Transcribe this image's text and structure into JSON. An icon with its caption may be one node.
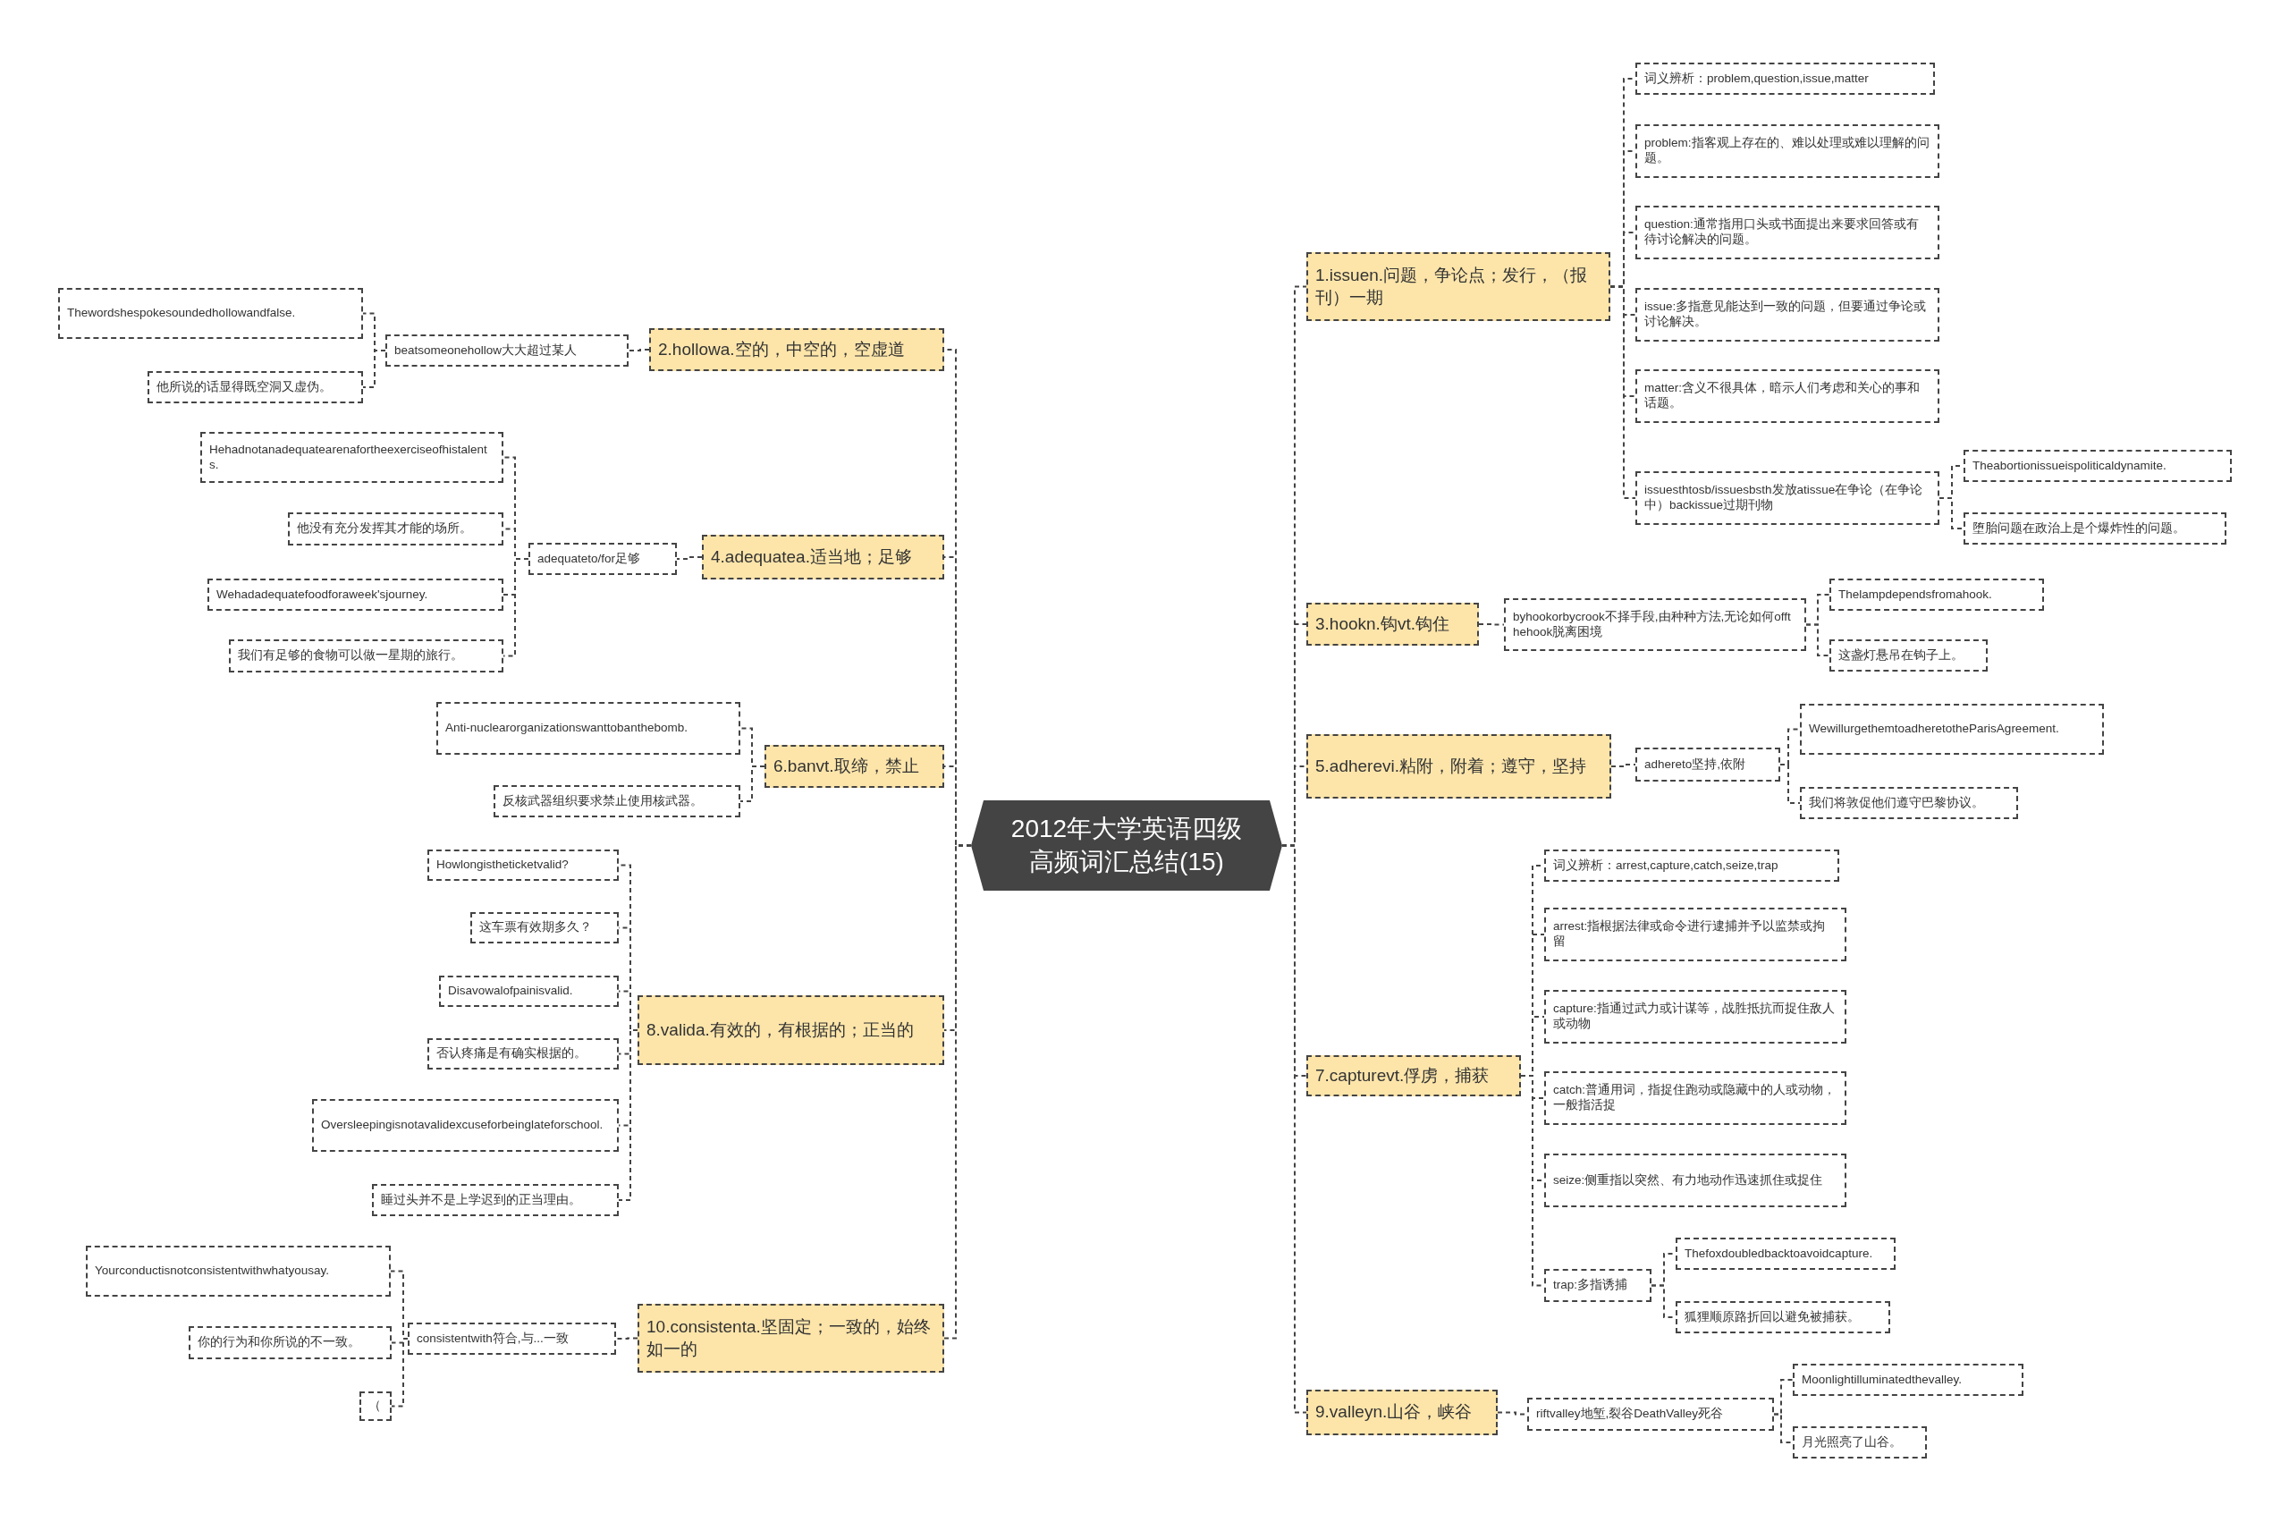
{
  "diagram": {
    "nodes": [
      {
        "text": [
          "2012年大学英语四级高频词汇总结(15)"
        ]
      },
      {
        "text": [
          "1.issuen.问题，争论点；发行，（报刊）一期"
        ]
      },
      {
        "text": [
          "词义辨析：problem,question,issue,matter"
        ]
      },
      {
        "text": [
          "problem:指客观上存在的、难以处理或难以理解的问题。"
        ]
      },
      {
        "text": [
          "question:通常指用口头或书面提出来要求回答或有待讨论解决的问题。"
        ]
      },
      {
        "text": [
          "issue:多指意见能达到一致的问题，但要通过争论或讨论解决。"
        ]
      },
      {
        "text": [
          "matter:含义不很具体，暗示人们考虑和关心的事和话题。"
        ]
      },
      {
        "text": [
          "issuesthtosb/issuesbsth发放atissue在争论（在争论中）backissue过期刊物"
        ]
      },
      {
        "text": [
          "Theabortionissueispoliticaldynamite."
        ]
      },
      {
        "text": [
          "堕胎问题在政治上是个爆炸性的问题。"
        ]
      },
      {
        "text": [
          "3.hookn.钩vt.钩住"
        ]
      },
      {
        "text": [
          "byhookorbycrook不择手段,由种种方法,无论如何offthehook脱离困境"
        ]
      },
      {
        "text": [
          "Thelampdependsfromahook."
        ]
      },
      {
        "text": [
          "这盏灯悬吊在钩子上。"
        ]
      },
      {
        "text": [
          "5.adherevi.粘附，附着；遵守，坚持"
        ]
      },
      {
        "text": [
          "adhereto坚持,依附"
        ]
      },
      {
        "text": [
          "WewillurgethemtoadheretotheParisAgreement."
        ]
      },
      {
        "text": [
          "我们将敦促他们遵守巴黎协议。"
        ]
      },
      {
        "text": [
          "7.capturevt.俘虏，捕获"
        ]
      },
      {
        "text": [
          "词义辨析：arrest,capture,catch,seize,trap"
        ]
      },
      {
        "text": [
          "arrest:指根据法律或命令进行逮捕并予以监禁或拘留"
        ]
      },
      {
        "text": [
          "capture:指通过武力或计谋等，战胜抵抗而捉住敌人或动物"
        ]
      },
      {
        "text": [
          "catch:普通用词，指捉住跑动或隐藏中的人或动物，一般指活捉"
        ]
      },
      {
        "text": [
          "seize:侧重指以突然、有力地动作迅速抓住或捉住"
        ]
      },
      {
        "text": [
          "trap:多指诱捕"
        ]
      },
      {
        "text": [
          "Thefoxdoubledbacktoavoidcapture."
        ]
      },
      {
        "text": [
          "狐狸顺原路折回以避免被捕获。"
        ]
      },
      {
        "text": [
          "9.valleyn.山谷，峡谷"
        ]
      },
      {
        "text": [
          "riftvalley地堑,裂谷DeathValley死谷"
        ]
      },
      {
        "text": [
          "Moonlightilluminatedthevalley."
        ]
      },
      {
        "text": [
          "月光照亮了山谷。"
        ]
      },
      {
        "text": [
          "2.hollowa.空的，中空的，空虚道"
        ]
      },
      {
        "text": [
          "beatsomeonehollow大大超过某人"
        ]
      },
      {
        "text": [
          "Thewordshespokesoundedhollowandfalse."
        ]
      },
      {
        "text": [
          "他所说的话显得既空洞又虚伪。"
        ]
      },
      {
        "text": [
          "4.adequatea.适当地；足够"
        ]
      },
      {
        "text": [
          "adequateto/for足够"
        ]
      },
      {
        "text": [
          "Hehadnotanadequatearenafortheexerciseofhistalents."
        ]
      },
      {
        "text": [
          "他没有充分发挥其才能的场所。"
        ]
      },
      {
        "text": [
          "Wehadadequatefoodforaweek'sjourney."
        ]
      },
      {
        "text": [
          "我们有足够的食物可以做一星期的旅行。"
        ]
      },
      {
        "text": [
          "6.banvt.取缔，禁止"
        ]
      },
      {
        "text": [
          "Anti-nuclearorganizationswanttobanthebomb."
        ]
      },
      {
        "text": [
          "反核武器组织要求禁止使用核武器。"
        ]
      },
      {
        "text": [
          "8.valida.有效的，有根据的；正当的"
        ]
      },
      {
        "text": [
          "Howlongistheticketvalid?"
        ]
      },
      {
        "text": [
          "这车票有效期多久？"
        ]
      },
      {
        "text": [
          "Disavowalofpainisvalid."
        ]
      },
      {
        "text": [
          "否认疼痛是有确实根据的。"
        ]
      },
      {
        "text": [
          "Oversleepingisnotavalidexcuseforbeinglateforschool."
        ]
      },
      {
        "text": [
          "睡过头并不是上学迟到的正当理由。"
        ]
      },
      {
        "text": [
          "10.consistenta.坚固定；一致的，始终如一的"
        ]
      },
      {
        "text": [
          "consistentwith符合,与...一致"
        ]
      },
      {
        "text": [
          "Yourconductisnotconsistentwithwhatyousay."
        ]
      },
      {
        "text": [
          "你的行为和你所说的不一致。"
        ]
      },
      {
        "text": [
          "（"
        ]
      }
    ],
    "edges": [
      {
        "from": 0,
        "to": 1,
        "arrow": "none"
      },
      {
        "from": 0,
        "to": 10,
        "arrow": "none"
      },
      {
        "from": 0,
        "to": 14,
        "arrow": "none"
      },
      {
        "from": 0,
        "to": 18,
        "arrow": "none"
      },
      {
        "from": 0,
        "to": 27,
        "arrow": "none"
      },
      {
        "from": 0,
        "to": 31,
        "arrow": "none"
      },
      {
        "from": 0,
        "to": 35,
        "arrow": "none"
      },
      {
        "from": 0,
        "to": 41,
        "arrow": "none"
      },
      {
        "from": 0,
        "to": 44,
        "arrow": "none"
      },
      {
        "from": 0,
        "to": 51,
        "arrow": "none"
      },
      {
        "from": 1,
        "to": 2,
        "arrow": "none"
      },
      {
        "from": 1,
        "to": 3,
        "arrow": "none"
      },
      {
        "from": 1,
        "to": 4,
        "arrow": "none"
      },
      {
        "from": 1,
        "to": 5,
        "arrow": "none"
      },
      {
        "from": 1,
        "to": 6,
        "arrow": "none"
      },
      {
        "from": 1,
        "to": 7,
        "arrow": "none"
      },
      {
        "from": 7,
        "to": 8,
        "arrow": "none"
      },
      {
        "from": 7,
        "to": 9,
        "arrow": "none"
      },
      {
        "from": 10,
        "to": 11,
        "arrow": "none"
      },
      {
        "from": 11,
        "to": 12,
        "arrow": "none"
      },
      {
        "from": 11,
        "to": 13,
        "arrow": "none"
      },
      {
        "from": 14,
        "to": 15,
        "arrow": "none"
      },
      {
        "from": 15,
        "to": 16,
        "arrow": "none"
      },
      {
        "from": 15,
        "to": 17,
        "arrow": "none"
      },
      {
        "from": 18,
        "to": 19,
        "arrow": "none"
      },
      {
        "from": 18,
        "to": 20,
        "arrow": "none"
      },
      {
        "from": 18,
        "to": 21,
        "arrow": "none"
      },
      {
        "from": 18,
        "to": 22,
        "arrow": "none"
      },
      {
        "from": 18,
        "to": 23,
        "arrow": "none"
      },
      {
        "from": 18,
        "to": 24,
        "arrow": "none"
      },
      {
        "from": 24,
        "to": 25,
        "arrow": "none"
      },
      {
        "from": 24,
        "to": 26,
        "arrow": "none"
      },
      {
        "from": 27,
        "to": 28,
        "arrow": "none"
      },
      {
        "from": 28,
        "to": 29,
        "arrow": "none"
      },
      {
        "from": 28,
        "to": 30,
        "arrow": "none"
      },
      {
        "from": 31,
        "to": 32,
        "arrow": "none"
      },
      {
        "from": 32,
        "to": 33,
        "arrow": "none"
      },
      {
        "from": 32,
        "to": 34,
        "arrow": "none"
      },
      {
        "from": 35,
        "to": 36,
        "arrow": "none"
      },
      {
        "from": 36,
        "to": 37,
        "arrow": "none"
      },
      {
        "from": 36,
        "to": 38,
        "arrow": "none"
      },
      {
        "from": 36,
        "to": 39,
        "arrow": "none"
      },
      {
        "from": 36,
        "to": 40,
        "arrow": "none"
      },
      {
        "from": 41,
        "to": 42,
        "arrow": "none"
      },
      {
        "from": 41,
        "to": 43,
        "arrow": "none"
      },
      {
        "from": 44,
        "to": 45,
        "arrow": "none"
      },
      {
        "from": 44,
        "to": 46,
        "arrow": "none"
      },
      {
        "from": 44,
        "to": 47,
        "arrow": "none"
      },
      {
        "from": 44,
        "to": 48,
        "arrow": "none"
      },
      {
        "from": 44,
        "to": 49,
        "arrow": "none"
      },
      {
        "from": 44,
        "to": 50,
        "arrow": "none"
      },
      {
        "from": 51,
        "to": 52,
        "arrow": "none"
      },
      {
        "from": 52,
        "to": 53,
        "arrow": "none"
      },
      {
        "from": 52,
        "to": 54,
        "arrow": "none"
      },
      {
        "from": 52,
        "to": 55,
        "arrow": "none"
      }
    ]
  }
}
